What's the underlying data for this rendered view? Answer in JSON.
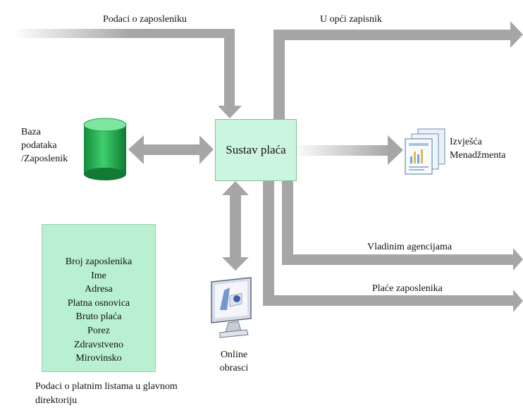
{
  "central_process": {
    "label": "Sustav plaća"
  },
  "database": {
    "label": "Baza\npodataka\n/Zaposlenik",
    "color": "#2fb85c"
  },
  "flows": {
    "employee_data": "Podaci o zaposleniku",
    "general_ledger": "U opći zapisnik",
    "government_agencies": "Vladinim agencijama",
    "employee_wages": "Plaće zaposlenika"
  },
  "reports": {
    "label": "Izvješća\nMenadžmenta",
    "icon": "document-stack-icon"
  },
  "online_forms": {
    "label": "Online\nobrasci",
    "icon": "computer-monitor-icon"
  },
  "employee_fields": {
    "items": [
      "Broj zaposlenika",
      "Ime",
      "Adresa",
      "Platna osnovica",
      "Bruto plaća",
      "Porez",
      "Zdravstveno",
      "Mirovinsko"
    ],
    "caption": "Podaci o platnim listama u glavnom direktoriju"
  },
  "colors": {
    "arrow": "#a6a6a6",
    "process_fill": "#ccf5df",
    "fields_fill": "#b9f0d2"
  }
}
